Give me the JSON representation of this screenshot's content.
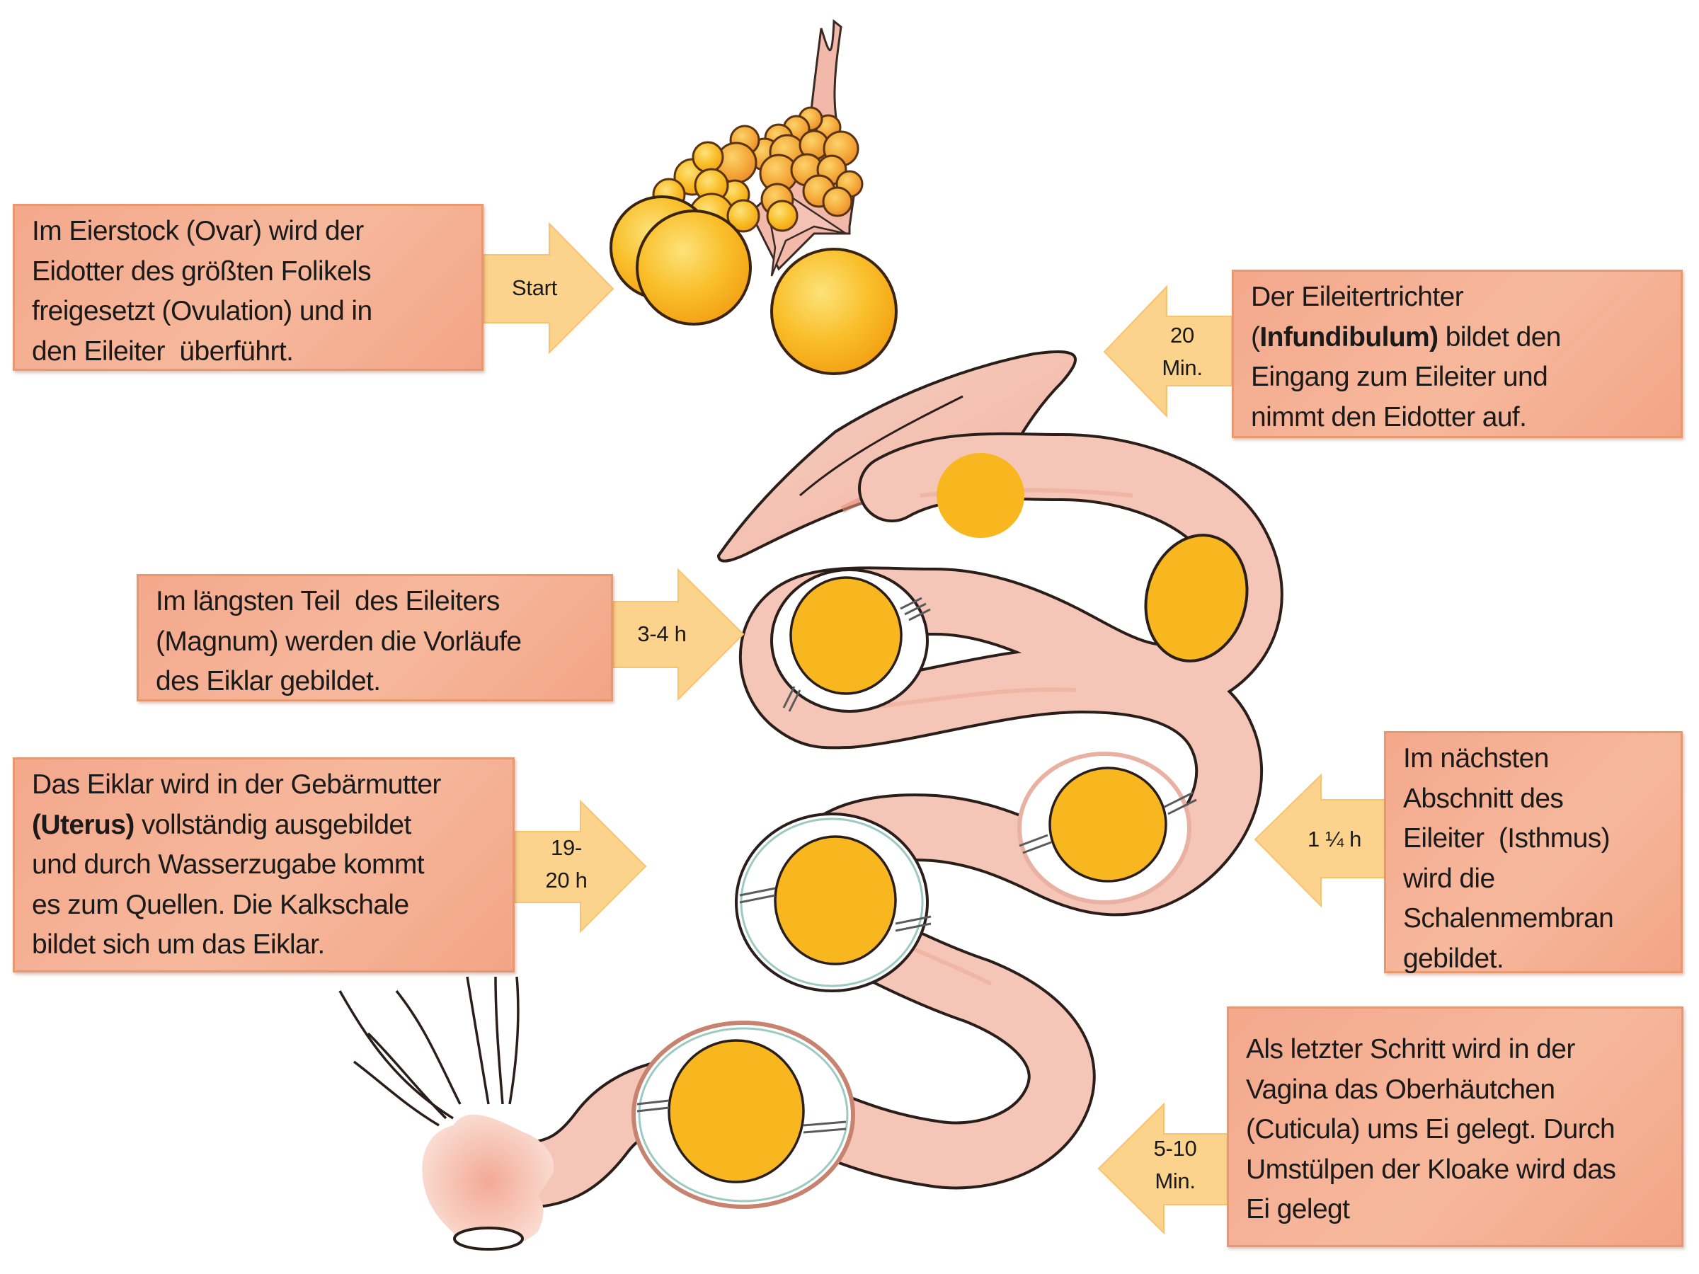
{
  "title": "Eibildung im Eileiter des Huhns",
  "colors": {
    "box_fill": "#f4a88c",
    "box_border": "#e8986f",
    "arrow_fill": "#fbd38c",
    "arrow_edge": "#f7bd5f",
    "yolk": "#f8b71f",
    "yolk_edge": "#f4c840",
    "oviduct": "#f4c3b5",
    "oviduct_dark": "#eea694",
    "outline": "#2a1e1a",
    "albumen": "#ffffff",
    "shell_membrane": "#9cc9c0"
  },
  "steps": [
    {
      "id": "ovary",
      "direction": "right",
      "arrow_label": "Start",
      "text_lines": [
        [
          {
            "t": "Im Eierstock (Ovar) wird der"
          }
        ],
        [
          {
            "t": "Eidotter des größten Folikels"
          }
        ],
        [
          {
            "t": "freigesetzt (Ovulation) und in"
          }
        ],
        [
          {
            "t": "den Eileiter  überführt."
          }
        ]
      ]
    },
    {
      "id": "infundibulum",
      "direction": "left",
      "arrow_label": "20\nMin.",
      "text_lines": [
        [
          {
            "t": "Der Eileitertrichter"
          }
        ],
        [
          {
            "t": "("
          },
          {
            "t": "Infundibulum)",
            "bold": true
          },
          {
            "t": " bildet den"
          }
        ],
        [
          {
            "t": "Eingang zum Eileiter und"
          }
        ],
        [
          {
            "t": "nimmt den Eidotter auf."
          }
        ]
      ]
    },
    {
      "id": "magnum",
      "direction": "right",
      "arrow_label": "3-4 h",
      "text_lines": [
        [
          {
            "t": "Im längsten Teil  des Eileiters"
          }
        ],
        [
          {
            "t": "(Magnum) werden die Vorläufe"
          }
        ],
        [
          {
            "t": "des Eiklar gebildet."
          }
        ]
      ]
    },
    {
      "id": "uterus",
      "direction": "right",
      "arrow_label": "19-\n20 h",
      "text_lines": [
        [
          {
            "t": "Das Eiklar wird in der Gebärmutter"
          }
        ],
        [
          {
            "t": "(Uterus)",
            "bold": true
          },
          {
            "t": " vollständig ausgebildet"
          }
        ],
        [
          {
            "t": "und durch Wasserzugabe kommt"
          }
        ],
        [
          {
            "t": "es zum Quellen. Die Kalkschale"
          }
        ],
        [
          {
            "t": "bildet sich um das Eiklar."
          }
        ]
      ]
    },
    {
      "id": "isthmus",
      "direction": "left",
      "arrow_label": "1 ¼ h",
      "text_lines": [
        [
          {
            "t": "Im nächsten"
          }
        ],
        [
          {
            "t": "Abschnitt des"
          }
        ],
        [
          {
            "t": "Eileiter  (Isthmus)"
          }
        ],
        [
          {
            "t": "wird die"
          }
        ],
        [
          {
            "t": "Schalenmembran"
          }
        ],
        [
          {
            "t": "gebildet."
          }
        ]
      ]
    },
    {
      "id": "vagina",
      "direction": "left",
      "arrow_label": "5-10\nMin.",
      "text_lines": [
        [
          {
            "t": "Als letzter Schritt wird in der"
          }
        ],
        [
          {
            "t": "Vagina das Oberhäutchen"
          }
        ],
        [
          {
            "t": "(Cuticula) ums Ei gelegt. Durch"
          }
        ],
        [
          {
            "t": "Umstülpen der Kloake wird das"
          }
        ],
        [
          {
            "t": "Ei gelegt"
          }
        ]
      ]
    }
  ]
}
